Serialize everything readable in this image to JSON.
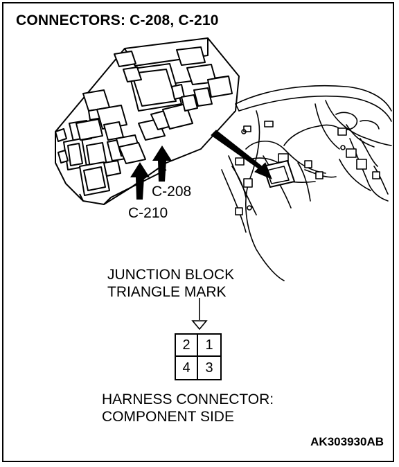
{
  "title": "CONNECTORS: C-208, C-210",
  "labels": {
    "c208": "C-208",
    "c210": "C-210",
    "junction_line1": "JUNCTION BLOCK",
    "junction_line2": "TRIANGLE MARK",
    "harness_line1": "HARNESS CONNECTOR:",
    "harness_line2": "COMPONENT SIDE",
    "figure_code": "AK303930AB"
  },
  "connector_pins": {
    "top_left": "2",
    "top_right": "1",
    "bottom_left": "4",
    "bottom_right": "3"
  },
  "colors": {
    "ink": "#000000",
    "paper": "#ffffff"
  },
  "icons": [
    "junction-block-drawing",
    "dashboard-drawing",
    "triangle-mark-icon",
    "arrow-up-icon"
  ]
}
